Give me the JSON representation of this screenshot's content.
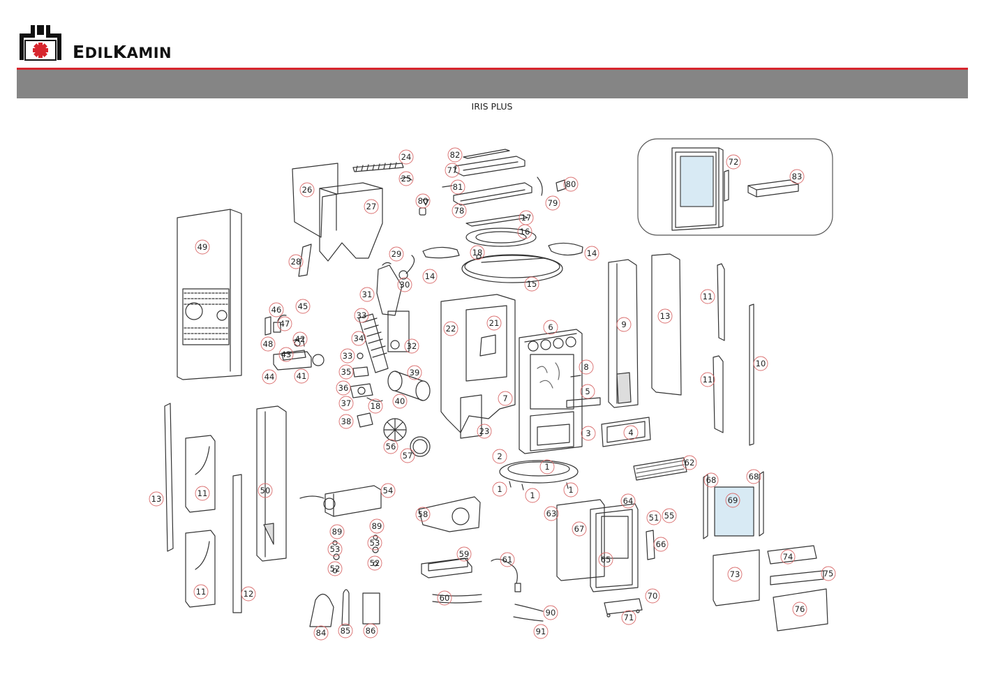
{
  "header": {
    "brand_name_big_e": "E",
    "brand_name_dil": "DIL",
    "brand_name_big_k": "K",
    "brand_name_amin": "AMIN",
    "model_title": "IRIS PLUS"
  },
  "colors": {
    "brand_red": "#d7262e",
    "header_bar": "#858585",
    "line": "#333333",
    "callout_circle": "#d96b6b",
    "glass": "#d8eaf4"
  },
  "callouts": [
    {
      "id": "c-82",
      "label": "82"
    },
    {
      "id": "c-77",
      "label": "77"
    },
    {
      "id": "c-81",
      "label": "81"
    },
    {
      "id": "c-80a",
      "label": "80"
    },
    {
      "id": "c-79",
      "label": "79"
    },
    {
      "id": "c-80b",
      "label": "80"
    },
    {
      "id": "c-78",
      "label": "78"
    },
    {
      "id": "c-17",
      "label": "17"
    },
    {
      "id": "c-16",
      "label": "16"
    },
    {
      "id": "c-18a",
      "label": "18"
    },
    {
      "id": "c-14a",
      "label": "14"
    },
    {
      "id": "c-14b",
      "label": "14"
    },
    {
      "id": "c-15",
      "label": "15"
    },
    {
      "id": "c-24",
      "label": "24"
    },
    {
      "id": "c-25",
      "label": "25"
    },
    {
      "id": "c-26",
      "label": "26"
    },
    {
      "id": "c-27",
      "label": "27"
    },
    {
      "id": "c-28",
      "label": "28"
    },
    {
      "id": "c-29",
      "label": "29"
    },
    {
      "id": "c-30",
      "label": "30"
    },
    {
      "id": "c-31",
      "label": "31"
    },
    {
      "id": "c-49",
      "label": "49"
    },
    {
      "id": "c-46",
      "label": "46"
    },
    {
      "id": "c-45",
      "label": "45"
    },
    {
      "id": "c-47",
      "label": "47"
    },
    {
      "id": "c-42",
      "label": "42"
    },
    {
      "id": "c-48",
      "label": "48"
    },
    {
      "id": "c-43",
      "label": "43"
    },
    {
      "id": "c-44",
      "label": "44"
    },
    {
      "id": "c-41",
      "label": "41"
    },
    {
      "id": "c-33a",
      "label": "33"
    },
    {
      "id": "c-34",
      "label": "34"
    },
    {
      "id": "c-33b",
      "label": "33"
    },
    {
      "id": "c-35",
      "label": "35"
    },
    {
      "id": "c-36",
      "label": "36"
    },
    {
      "id": "c-37",
      "label": "37"
    },
    {
      "id": "c-18b",
      "label": "18"
    },
    {
      "id": "c-38",
      "label": "38"
    },
    {
      "id": "c-32",
      "label": "32"
    },
    {
      "id": "c-39",
      "label": "39"
    },
    {
      "id": "c-40",
      "label": "40"
    },
    {
      "id": "c-56",
      "label": "56"
    },
    {
      "id": "c-57",
      "label": "57"
    },
    {
      "id": "c-22",
      "label": "22"
    },
    {
      "id": "c-21",
      "label": "21"
    },
    {
      "id": "c-23",
      "label": "23"
    },
    {
      "id": "c-6",
      "label": "6"
    },
    {
      "id": "c-8",
      "label": "8"
    },
    {
      "id": "c-5",
      "label": "5"
    },
    {
      "id": "c-7",
      "label": "7"
    },
    {
      "id": "c-3",
      "label": "3"
    },
    {
      "id": "c-4",
      "label": "4"
    },
    {
      "id": "c-2",
      "label": "2"
    },
    {
      "id": "c-1a",
      "label": "1"
    },
    {
      "id": "c-1b",
      "label": "1"
    },
    {
      "id": "c-1c",
      "label": "1"
    },
    {
      "id": "c-1d",
      "label": "1"
    },
    {
      "id": "c-9",
      "label": "9"
    },
    {
      "id": "c-13a",
      "label": "13"
    },
    {
      "id": "c-11a",
      "label": "11"
    },
    {
      "id": "c-11b",
      "label": "11"
    },
    {
      "id": "c-10",
      "label": "10"
    },
    {
      "id": "c-62",
      "label": "62"
    },
    {
      "id": "c-13b",
      "label": "13"
    },
    {
      "id": "c-11c",
      "label": "11"
    },
    {
      "id": "c-11d",
      "label": "11"
    },
    {
      "id": "c-12",
      "label": "12"
    },
    {
      "id": "c-50",
      "label": "50"
    },
    {
      "id": "c-54",
      "label": "54"
    },
    {
      "id": "c-89a",
      "label": "89"
    },
    {
      "id": "c-89b",
      "label": "89"
    },
    {
      "id": "c-53a",
      "label": "53"
    },
    {
      "id": "c-53b",
      "label": "53"
    },
    {
      "id": "c-52a",
      "label": "52"
    },
    {
      "id": "c-52b",
      "label": "52"
    },
    {
      "id": "c-58",
      "label": "58"
    },
    {
      "id": "c-59",
      "label": "59"
    },
    {
      "id": "c-61",
      "label": "61"
    },
    {
      "id": "c-60",
      "label": "60"
    },
    {
      "id": "c-90",
      "label": "90"
    },
    {
      "id": "c-91",
      "label": "91"
    },
    {
      "id": "c-84",
      "label": "84"
    },
    {
      "id": "c-85",
      "label": "85"
    },
    {
      "id": "c-86",
      "label": "86"
    },
    {
      "id": "c-63",
      "label": "63"
    },
    {
      "id": "c-64",
      "label": "64"
    },
    {
      "id": "c-67",
      "label": "67"
    },
    {
      "id": "c-65",
      "label": "65"
    },
    {
      "id": "c-51",
      "label": "51"
    },
    {
      "id": "c-55",
      "label": "55"
    },
    {
      "id": "c-66",
      "label": "66"
    },
    {
      "id": "c-70",
      "label": "70"
    },
    {
      "id": "c-71",
      "label": "71"
    },
    {
      "id": "c-68a",
      "label": "68"
    },
    {
      "id": "c-68b",
      "label": "68"
    },
    {
      "id": "c-69",
      "label": "69"
    },
    {
      "id": "c-74",
      "label": "74"
    },
    {
      "id": "c-75",
      "label": "75"
    },
    {
      "id": "c-73",
      "label": "73"
    },
    {
      "id": "c-76",
      "label": "76"
    },
    {
      "id": "c-72",
      "label": "72"
    },
    {
      "id": "c-83",
      "label": "83"
    }
  ]
}
